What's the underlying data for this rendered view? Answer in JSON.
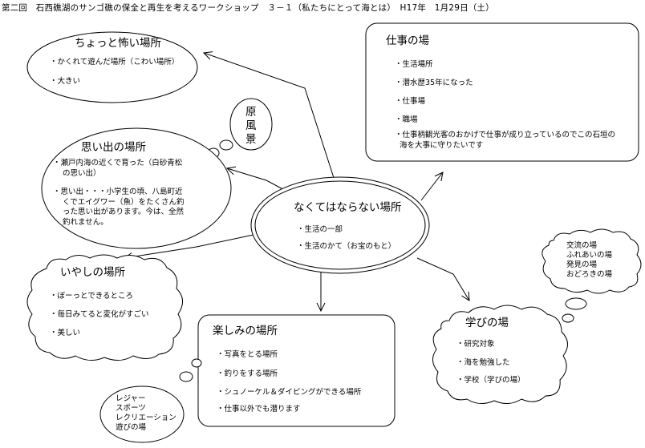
{
  "header": {
    "title": "第二回　石西礁湖のサンゴ礁の保全と再生を考えるワークショップ　３－１（私たちにとって海とは）　H17年　1月29日（土）"
  },
  "center": {
    "title": "なくてはならない場所",
    "items": [
      "・生活の一部",
      "・生活のかて（お宝のもと）"
    ]
  },
  "kowai": {
    "title": "ちょっと怖い場所",
    "items": [
      "・かくれて遊んだ場所（こわい場所）",
      "・大きい"
    ]
  },
  "genfukei": {
    "line1": "原",
    "line2": "風",
    "line3": "景"
  },
  "omoide": {
    "title": "思い出の場所",
    "item1": [
      "・瀬戸内海の近くで育った（白砂青松",
      "の思い出）"
    ],
    "item2": [
      "・思い出・・・小学生の頃、八島町近",
      "くでエイグワー（魚）をたくさん釣",
      "った思い出があります。今は、全然",
      "釣れません。"
    ]
  },
  "shigoto": {
    "title": "仕事の場",
    "items": [
      "・生活場所",
      "・潜水歴35年になった",
      "・仕事場",
      "・職場"
    ],
    "last": [
      "・仕事柄観光客のおかげで仕事が成り立っているのでこの石垣の",
      "海を大事に守りたいです"
    ]
  },
  "iyashi": {
    "title": "いやしの場所",
    "items": [
      "・ぼーっとできるところ",
      "・毎日みてると変化がすごい",
      "・美しい"
    ]
  },
  "tanoshimi": {
    "title": "楽しみの場所",
    "items": [
      "・写真をとる場所",
      "・釣りをする場所",
      "・シュノーケル＆ダイビングができる場所",
      "・仕事以外でも潜ります"
    ]
  },
  "leisure": {
    "lines": [
      "レジャー",
      "スポーツ",
      "レクリエーション",
      "遊びの場"
    ]
  },
  "manabi": {
    "title": "学びの場",
    "items": [
      "・研究対象",
      "・海を勉強した",
      "・学校（学びの場）"
    ]
  },
  "koryu": {
    "lines": [
      "交流の場",
      "ふれあいの場",
      "発見の場",
      "おどろきの場"
    ]
  }
}
